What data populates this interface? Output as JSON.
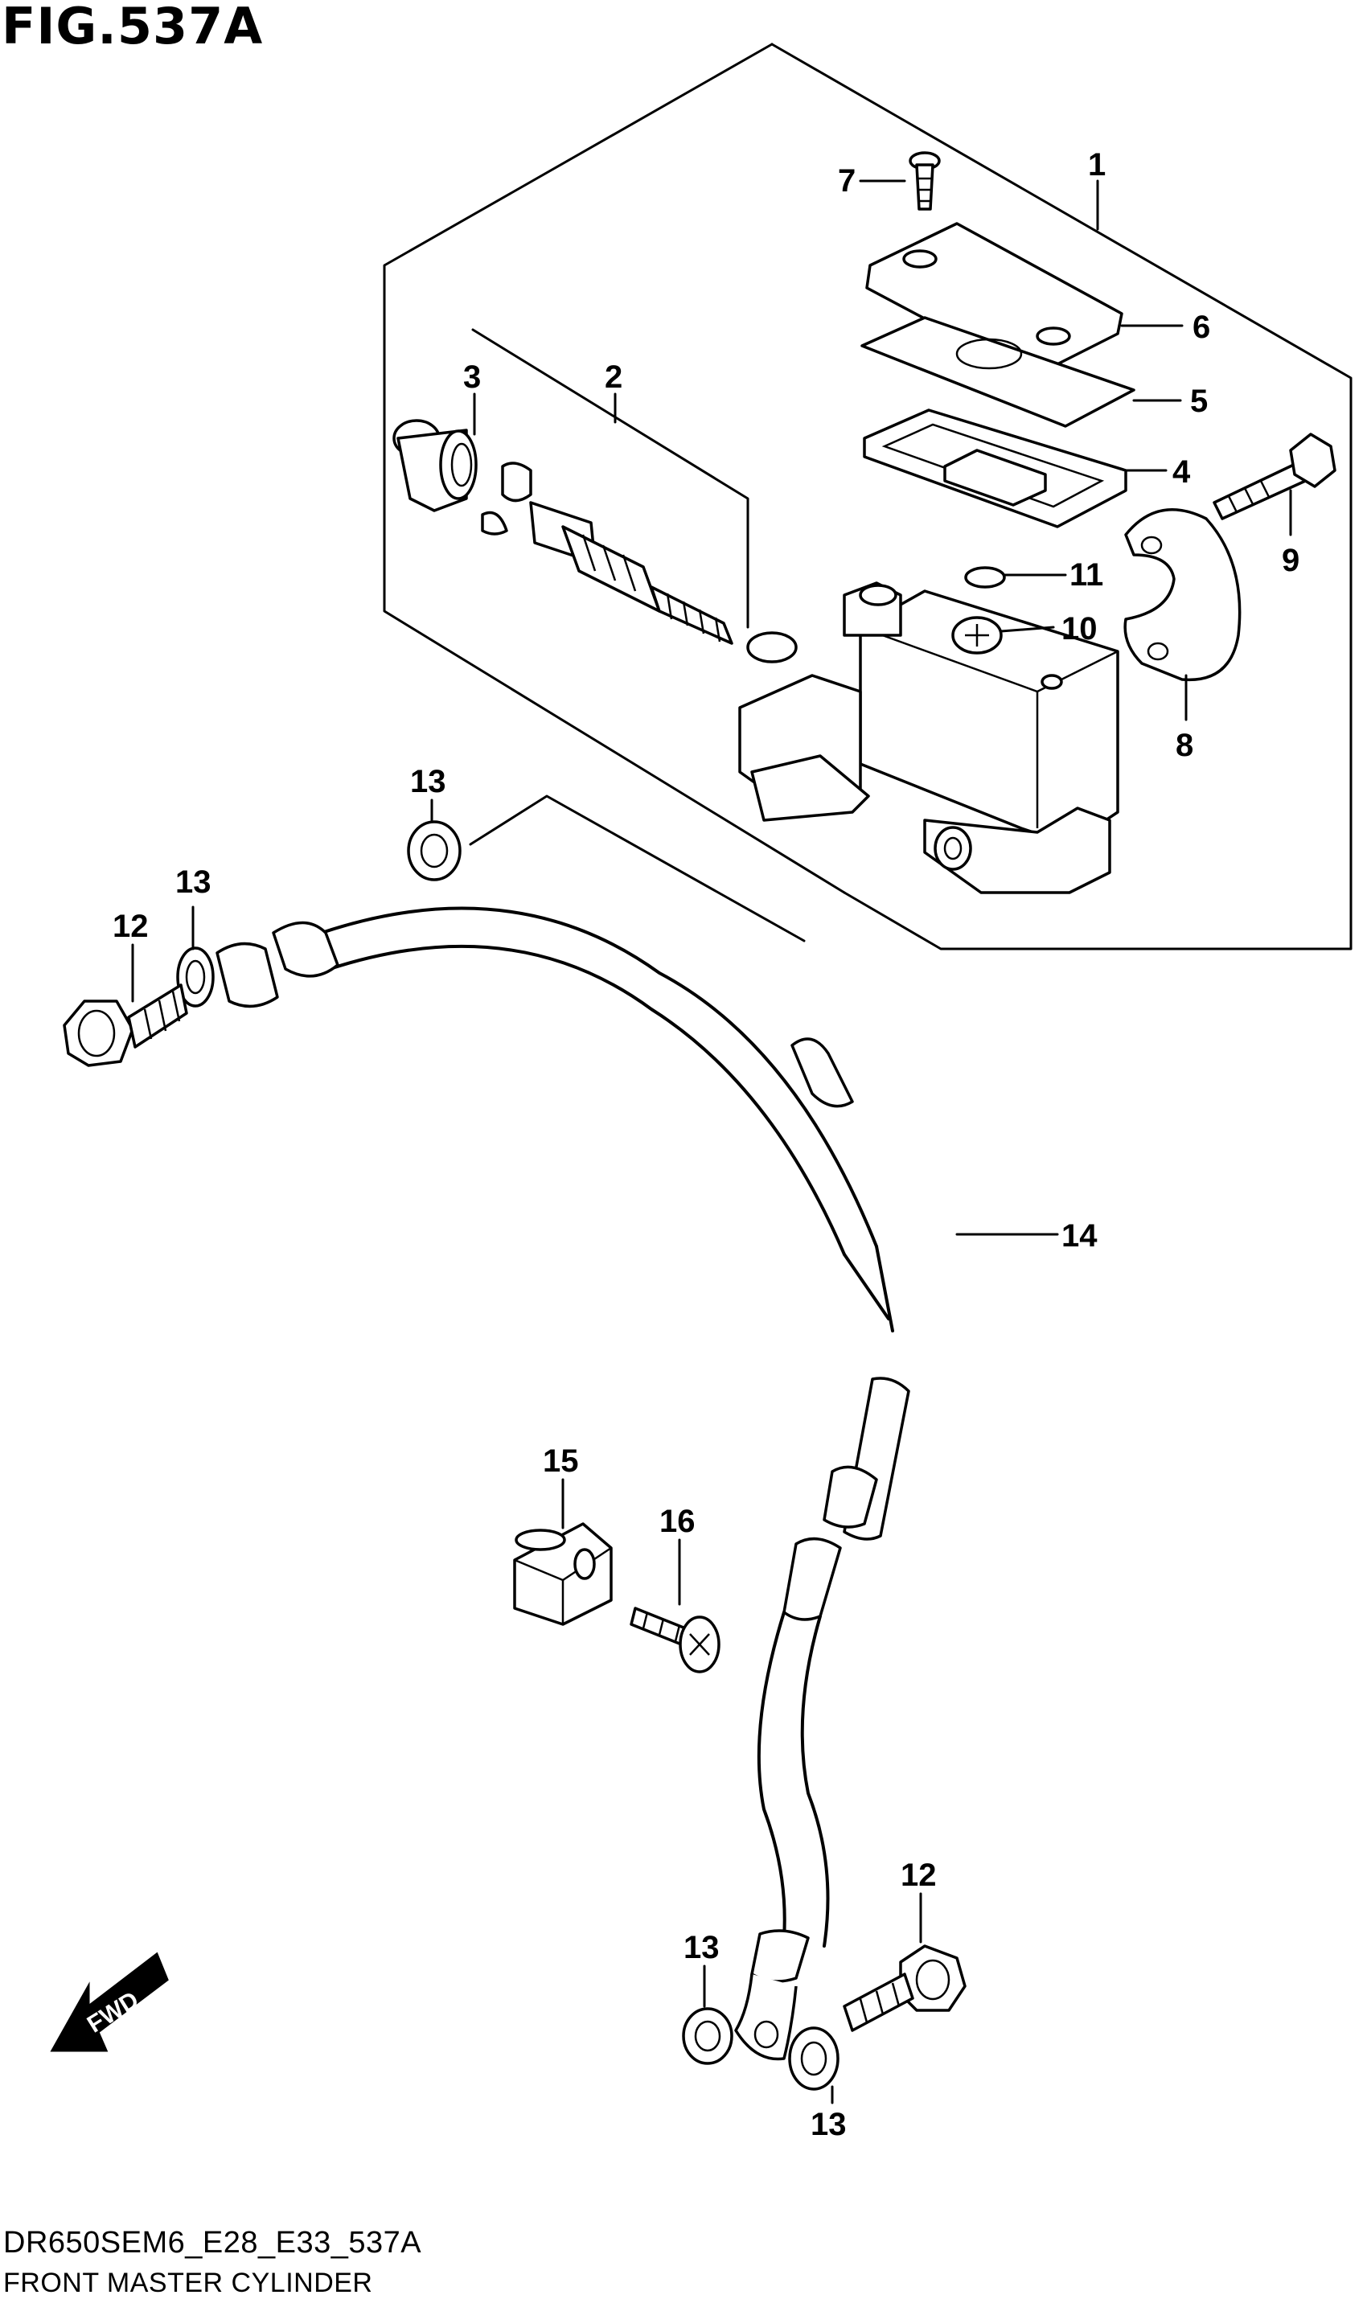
{
  "figure": {
    "title": "FIG.537A",
    "code": "DR650SEM6_E28_E33_537A",
    "name": "FRONT MASTER CYLINDER"
  },
  "callouts": {
    "c1": "1",
    "c2": "2",
    "c3": "3",
    "c4": "4",
    "c5": "5",
    "c6": "6",
    "c7": "7",
    "c8": "8",
    "c9": "9",
    "c10": "10",
    "c11": "11",
    "c12a": "12",
    "c12b": "12",
    "c13a": "13",
    "c13b": "13",
    "c13c": "13",
    "c13d": "13",
    "c14": "14",
    "c15": "15",
    "c16": "16"
  },
  "fwd_label": "FWD"
}
